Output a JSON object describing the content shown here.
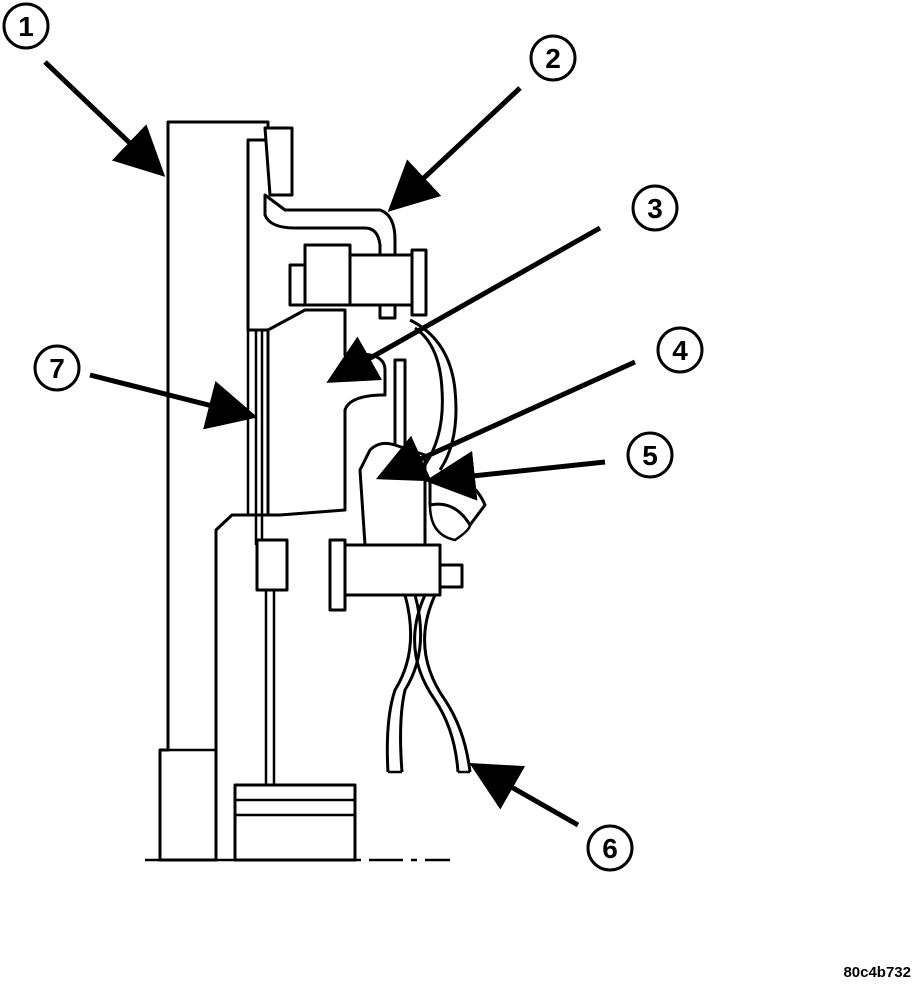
{
  "callouts": [
    {
      "id": "1",
      "label": "1"
    },
    {
      "id": "2",
      "label": "2"
    },
    {
      "id": "3",
      "label": "3"
    },
    {
      "id": "4",
      "label": "4"
    },
    {
      "id": "5",
      "label": "5"
    },
    {
      "id": "6",
      "label": "6"
    },
    {
      "id": "7",
      "label": "7"
    }
  ],
  "figure_code": "80c4b732",
  "colors": {
    "line": "#000000",
    "background": "#ffffff"
  }
}
